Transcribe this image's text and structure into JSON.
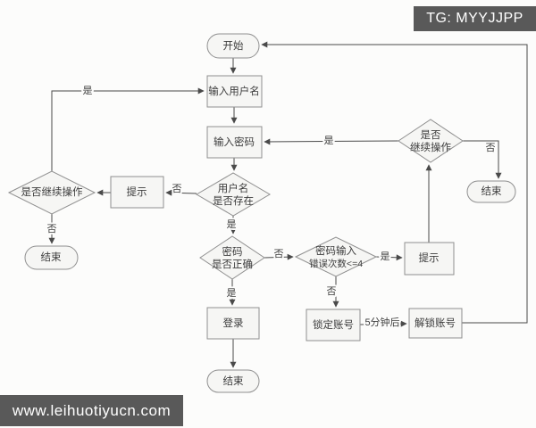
{
  "watermarks": {
    "top_right": "TG: MYYJJPP",
    "bottom_left": "www.leihuotiyucn.com"
  },
  "colors": {
    "shape_fill": "#f6f6f4",
    "shape_border": "#8f8f8f",
    "line_color": "#4a4a4a",
    "text_color": "#3c3c3c",
    "banner_bg": "#595959",
    "banner_text": "#ffffff",
    "page_bg": "#fcfcfb"
  },
  "flowchart": {
    "nodes": {
      "start": {
        "label": "开始"
      },
      "input_username": {
        "label": "输入用户名"
      },
      "input_password": {
        "label": "输入密码"
      },
      "username_exists": {
        "line1": "用户名",
        "line2": "是否存在"
      },
      "prompt_left": {
        "label": "提示"
      },
      "continue_left": {
        "label": "是否继续操作"
      },
      "end_left": {
        "label": "结束"
      },
      "password_correct": {
        "line1": "密码",
        "line2": "是否正确"
      },
      "error_count": {
        "line1": "密码输入",
        "line2": "错误次数<=4"
      },
      "prompt_right": {
        "label": "提示"
      },
      "continue_right": {
        "line1": "是否",
        "line2": "继续操作"
      },
      "end_right": {
        "label": "结束"
      },
      "lock_account": {
        "label": "锁定账号"
      },
      "unlock_account": {
        "label": "解锁账号"
      },
      "login": {
        "label": "登录"
      },
      "end_bottom": {
        "label": "结束"
      }
    },
    "edge_labels": {
      "yes_loop_left": "是",
      "no_username_exists": "否",
      "no_continue_left": "否",
      "yes_username_exists": "是",
      "no_password_correct": "否",
      "yes_password_correct": "是",
      "yes_error_count": "是",
      "no_error_count": "否",
      "after_five_minutes": "5分钟后",
      "yes_continue_right": "是",
      "no_continue_right": "否"
    }
  }
}
